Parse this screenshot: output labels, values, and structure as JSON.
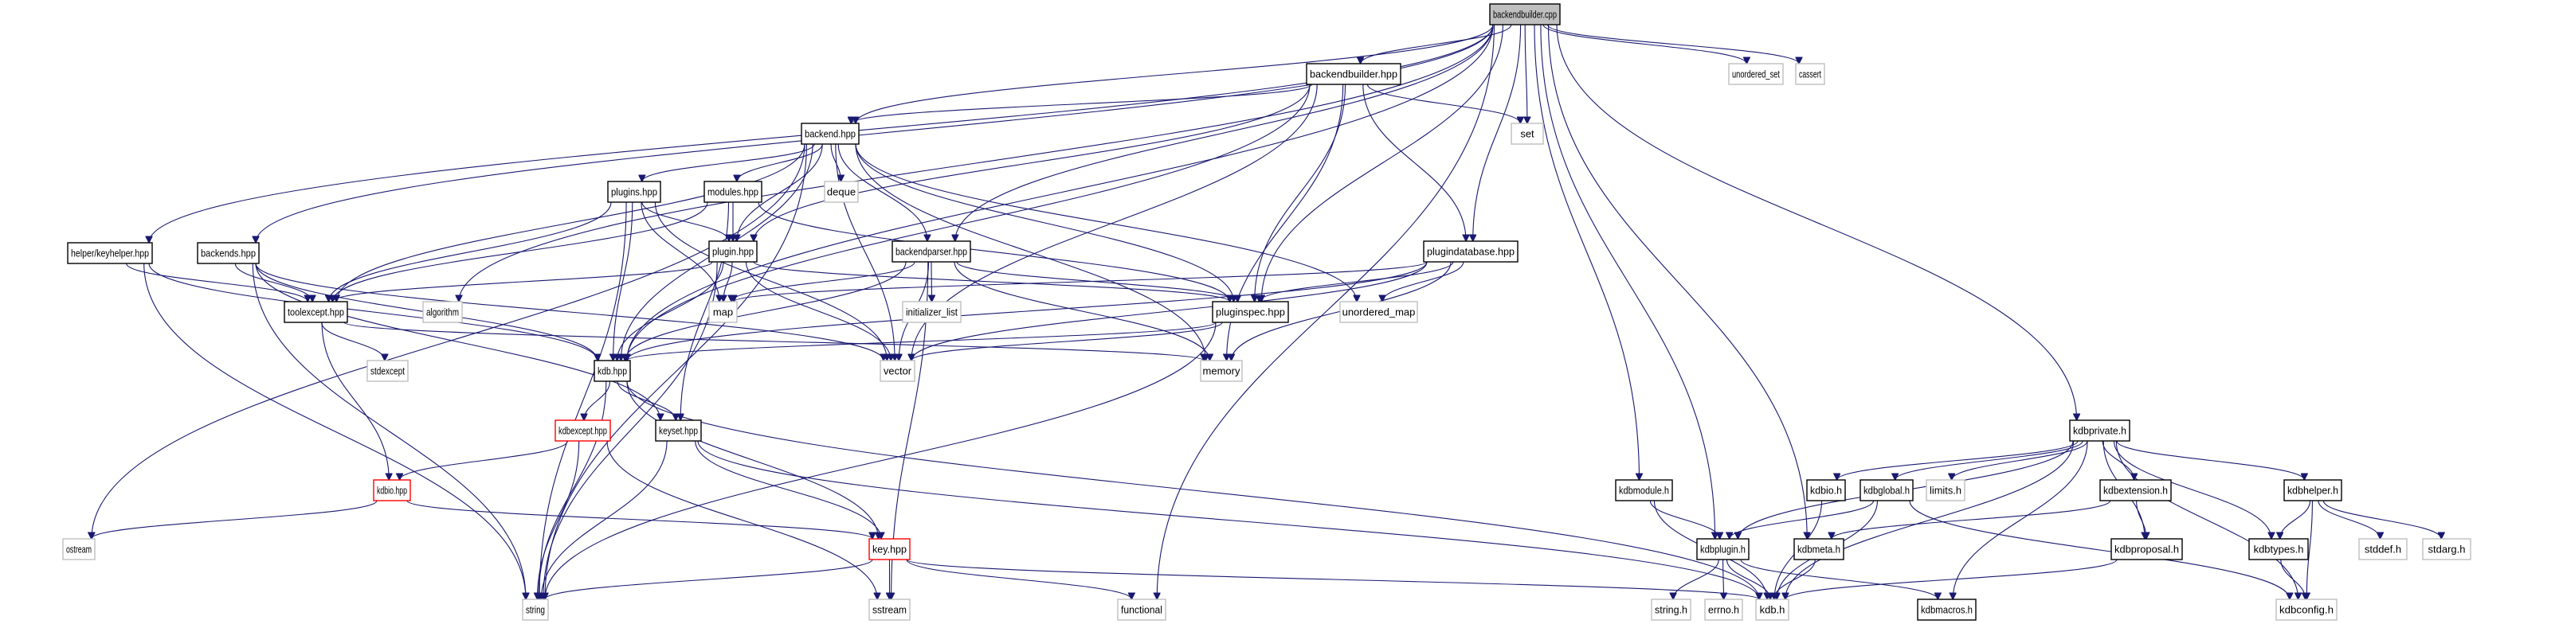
{
  "title": "Include dependency graph for backendbuilder.cpp",
  "colors": {
    "edge": "#191970",
    "root_fill": "#bfbfbf",
    "node_border": "#000000",
    "external_border": "#bfbfbf",
    "truncated_border": "#ff0000"
  },
  "nodes": [
    {
      "id": "backendbuilder_cpp",
      "label": "backendbuilder.cpp",
      "kind": "root"
    },
    {
      "id": "backendbuilder_hpp",
      "label": "backendbuilder.hpp",
      "kind": "internal"
    },
    {
      "id": "set",
      "label": "set",
      "kind": "external"
    },
    {
      "id": "unordered_set",
      "label": "unordered_set",
      "kind": "external"
    },
    {
      "id": "cassert",
      "label": "cassert",
      "kind": "external"
    },
    {
      "id": "backend_hpp",
      "label": "backend.hpp",
      "kind": "internal"
    },
    {
      "id": "deque",
      "label": "deque",
      "kind": "external"
    },
    {
      "id": "plugins_hpp",
      "label": "plugins.hpp",
      "kind": "internal"
    },
    {
      "id": "modules_hpp",
      "label": "modules.hpp",
      "kind": "internal"
    },
    {
      "id": "plugin_hpp",
      "label": "plugin.hpp",
      "kind": "internal"
    },
    {
      "id": "backendparser_hpp",
      "label": "backendparser.hpp",
      "kind": "internal"
    },
    {
      "id": "plugindatabase_hpp",
      "label": "plugindatabase.hpp",
      "kind": "internal"
    },
    {
      "id": "keyhelper_hpp",
      "label": "helper/keyhelper.hpp",
      "kind": "internal"
    },
    {
      "id": "backends_hpp",
      "label": "backends.hpp",
      "kind": "internal"
    },
    {
      "id": "toolexcept_hpp",
      "label": "toolexcept.hpp",
      "kind": "internal"
    },
    {
      "id": "algorithm",
      "label": "algorithm",
      "kind": "external"
    },
    {
      "id": "map",
      "label": "map",
      "kind": "external"
    },
    {
      "id": "initializer_list",
      "label": "initializer_list",
      "kind": "external"
    },
    {
      "id": "pluginspec_hpp",
      "label": "pluginspec.hpp",
      "kind": "internal"
    },
    {
      "id": "unordered_map",
      "label": "unordered_map",
      "kind": "external"
    },
    {
      "id": "stdexcept",
      "label": "stdexcept",
      "kind": "external"
    },
    {
      "id": "kdb_hpp",
      "label": "kdb.hpp",
      "kind": "internal"
    },
    {
      "id": "vector",
      "label": "vector",
      "kind": "external"
    },
    {
      "id": "memory",
      "label": "memory",
      "kind": "external"
    },
    {
      "id": "kdbexcept_hpp",
      "label": "kdbexcept.hpp",
      "kind": "truncated"
    },
    {
      "id": "keyset_hpp",
      "label": "keyset.hpp",
      "kind": "internal"
    },
    {
      "id": "kdbio_hpp",
      "label": "kdbio.hpp",
      "kind": "truncated"
    },
    {
      "id": "ostream",
      "label": "ostream",
      "kind": "external"
    },
    {
      "id": "key_hpp",
      "label": "key.hpp",
      "kind": "truncated"
    },
    {
      "id": "string",
      "label": "string",
      "kind": "external"
    },
    {
      "id": "sstream",
      "label": "sstream",
      "kind": "external"
    },
    {
      "id": "functional",
      "label": "functional",
      "kind": "external"
    },
    {
      "id": "kdbprivate_h",
      "label": "kdbprivate.h",
      "kind": "internal"
    },
    {
      "id": "kdbmodule_h",
      "label": "kdbmodule.h",
      "kind": "internal"
    },
    {
      "id": "kdbio_h",
      "label": "kdbio.h",
      "kind": "internal"
    },
    {
      "id": "kdbglobal_h",
      "label": "kdbglobal.h",
      "kind": "internal"
    },
    {
      "id": "limits_h",
      "label": "limits.h",
      "kind": "external"
    },
    {
      "id": "kdbextension_h",
      "label": "kdbextension.h",
      "kind": "internal"
    },
    {
      "id": "kdbhelper_h",
      "label": "kdbhelper.h",
      "kind": "internal"
    },
    {
      "id": "kdbplugin_h",
      "label": "kdbplugin.h",
      "kind": "internal"
    },
    {
      "id": "kdbmeta_h",
      "label": "kdbmeta.h",
      "kind": "internal"
    },
    {
      "id": "kdbproposal_h",
      "label": "kdbproposal.h",
      "kind": "internal"
    },
    {
      "id": "kdbtypes_h",
      "label": "kdbtypes.h",
      "kind": "internal"
    },
    {
      "id": "stddef_h",
      "label": "stddef.h",
      "kind": "external"
    },
    {
      "id": "stdarg_h",
      "label": "stdarg.h",
      "kind": "external"
    },
    {
      "id": "string_h",
      "label": "string.h",
      "kind": "external"
    },
    {
      "id": "errno_h",
      "label": "errno.h",
      "kind": "external"
    },
    {
      "id": "kdb_h",
      "label": "kdb.h",
      "kind": "external"
    },
    {
      "id": "kdbmacros_h",
      "label": "kdbmacros.h",
      "kind": "internal"
    },
    {
      "id": "kdbconfig_h",
      "label": "kdbconfig.h",
      "kind": "external"
    }
  ],
  "edges": [
    [
      "backendbuilder_cpp",
      "backendbuilder_hpp"
    ],
    [
      "backendbuilder_cpp",
      "backend_hpp"
    ],
    [
      "backendbuilder_cpp",
      "keyhelper_hpp"
    ],
    [
      "backendbuilder_cpp",
      "backends_hpp"
    ],
    [
      "backendbuilder_cpp",
      "algorithm"
    ],
    [
      "backendbuilder_cpp",
      "kdb_hpp"
    ],
    [
      "backendbuilder_cpp",
      "backendparser_hpp"
    ],
    [
      "backendbuilder_cpp",
      "pluginspec_hpp"
    ],
    [
      "backendbuilder_cpp",
      "set"
    ],
    [
      "backendbuilder_cpp",
      "plugindatabase_hpp"
    ],
    [
      "backendbuilder_cpp",
      "functional"
    ],
    [
      "backendbuilder_cpp",
      "kdbmodule_h"
    ],
    [
      "backendbuilder_cpp",
      "kdbplugin_h"
    ],
    [
      "backendbuilder_cpp",
      "kdbmeta_h"
    ],
    [
      "backendbuilder_cpp",
      "kdbprivate_h"
    ],
    [
      "backendbuilder_cpp",
      "unordered_set"
    ],
    [
      "backendbuilder_cpp",
      "cassert"
    ],
    [
      "backendbuilder_hpp",
      "backend_hpp"
    ],
    [
      "backendbuilder_hpp",
      "plugin_hpp"
    ],
    [
      "backendbuilder_hpp",
      "kdb_hpp"
    ],
    [
      "backendbuilder_hpp",
      "pluginspec_hpp"
    ],
    [
      "backendbuilder_hpp",
      "plugindatabase_hpp"
    ],
    [
      "backendbuilder_hpp",
      "vector"
    ],
    [
      "backendbuilder_hpp",
      "memory"
    ],
    [
      "backendbuilder_hpp",
      "set"
    ],
    [
      "backend_hpp",
      "toolexcept_hpp"
    ],
    [
      "backend_hpp",
      "plugins_hpp"
    ],
    [
      "backend_hpp",
      "modules_hpp"
    ],
    [
      "backend_hpp",
      "plugin_hpp"
    ],
    [
      "backend_hpp",
      "deque"
    ],
    [
      "backend_hpp",
      "backendparser_hpp"
    ],
    [
      "backend_hpp",
      "pluginspec_hpp"
    ],
    [
      "backend_hpp",
      "kdb_hpp"
    ],
    [
      "backend_hpp",
      "string"
    ],
    [
      "backend_hpp",
      "ostream"
    ],
    [
      "backend_hpp",
      "vector"
    ],
    [
      "backend_hpp",
      "memory"
    ],
    [
      "backend_hpp",
      "unordered_map"
    ],
    [
      "plugins_hpp",
      "toolexcept_hpp"
    ],
    [
      "plugins_hpp",
      "plugin_hpp"
    ],
    [
      "plugins_hpp",
      "map"
    ],
    [
      "plugins_hpp",
      "kdb_hpp"
    ],
    [
      "plugins_hpp",
      "string"
    ],
    [
      "plugins_hpp",
      "vector"
    ],
    [
      "modules_hpp",
      "plugin_hpp"
    ],
    [
      "modules_hpp",
      "toolexcept_hpp"
    ],
    [
      "modules_hpp",
      "keyset_hpp"
    ],
    [
      "modules_hpp",
      "pluginspec_hpp"
    ],
    [
      "plugin_hpp",
      "toolexcept_hpp"
    ],
    [
      "plugin_hpp",
      "map"
    ],
    [
      "plugin_hpp",
      "kdb_hpp"
    ],
    [
      "plugin_hpp",
      "vector"
    ],
    [
      "plugin_hpp",
      "string"
    ],
    [
      "plugin_hpp",
      "pluginspec_hpp"
    ],
    [
      "backendparser_hpp",
      "initializer_list"
    ],
    [
      "backendparser_hpp",
      "kdb_hpp"
    ],
    [
      "backendparser_hpp",
      "pluginspec_hpp"
    ],
    [
      "backendparser_hpp",
      "vector"
    ],
    [
      "backendparser_hpp",
      "map"
    ],
    [
      "backendparser_hpp",
      "sstream"
    ],
    [
      "backendparser_hpp",
      "memory"
    ],
    [
      "plugindatabase_hpp",
      "pluginspec_hpp"
    ],
    [
      "plugindatabase_hpp",
      "unordered_map"
    ],
    [
      "plugindatabase_hpp",
      "kdb_hpp"
    ],
    [
      "plugindatabase_hpp",
      "memory"
    ],
    [
      "plugindatabase_hpp",
      "map"
    ],
    [
      "plugindatabase_hpp",
      "vector"
    ],
    [
      "keyhelper_hpp",
      "toolexcept_hpp"
    ],
    [
      "keyhelper_hpp",
      "kdb_hpp"
    ],
    [
      "keyhelper_hpp",
      "string"
    ],
    [
      "backends_hpp",
      "toolexcept_hpp"
    ],
    [
      "backends_hpp",
      "kdb_hpp"
    ],
    [
      "backends_hpp",
      "string"
    ],
    [
      "backends_hpp",
      "vector"
    ],
    [
      "backends_hpp",
      "keyset_hpp"
    ],
    [
      "toolexcept_hpp",
      "stdexcept"
    ],
    [
      "toolexcept_hpp",
      "kdbio_hpp"
    ],
    [
      "toolexcept_hpp",
      "memory"
    ],
    [
      "pluginspec_hpp",
      "kdb_hpp"
    ],
    [
      "pluginspec_hpp",
      "string"
    ],
    [
      "pluginspec_hpp",
      "vector"
    ],
    [
      "kdb_hpp",
      "kdbexcept_hpp"
    ],
    [
      "kdb_hpp",
      "keyset_hpp"
    ],
    [
      "kdb_hpp",
      "key_hpp"
    ],
    [
      "kdb_hpp",
      "string"
    ],
    [
      "kdb_hpp",
      "kdb_h"
    ],
    [
      "kdbexcept_hpp",
      "kdbio_hpp"
    ],
    [
      "kdbexcept_hpp",
      "string"
    ],
    [
      "kdbexcept_hpp",
      "sstream"
    ],
    [
      "keyset_hpp",
      "key_hpp"
    ],
    [
      "keyset_hpp",
      "string"
    ],
    [
      "keyset_hpp",
      "kdb_h"
    ],
    [
      "kdbio_hpp",
      "ostream"
    ],
    [
      "kdbio_hpp",
      "key_hpp"
    ],
    [
      "key_hpp",
      "string"
    ],
    [
      "key_hpp",
      "sstream"
    ],
    [
      "key_hpp",
      "functional"
    ],
    [
      "key_hpp",
      "kdb_h"
    ],
    [
      "kdbprivate_h",
      "kdbio_h"
    ],
    [
      "kdbprivate_h",
      "kdbglobal_h"
    ],
    [
      "kdbprivate_h",
      "limits_h"
    ],
    [
      "kdbprivate_h",
      "kdbextension_h"
    ],
    [
      "kdbprivate_h",
      "kdbhelper_h"
    ],
    [
      "kdbprivate_h",
      "kdbplugin_h"
    ],
    [
      "kdbprivate_h",
      "kdb_h"
    ],
    [
      "kdbprivate_h",
      "kdbproposal_h"
    ],
    [
      "kdbprivate_h",
      "kdbtypes_h"
    ],
    [
      "kdbprivate_h",
      "kdbmacros_h"
    ],
    [
      "kdbprivate_h",
      "kdbconfig_h"
    ],
    [
      "kdbmodule_h",
      "kdbplugin_h"
    ],
    [
      "kdbmodule_h",
      "kdb_h"
    ],
    [
      "kdbio_h",
      "kdb_h"
    ],
    [
      "kdbglobal_h",
      "kdbplugin_h"
    ],
    [
      "kdbglobal_h",
      "kdb_h"
    ],
    [
      "kdbglobal_h",
      "kdbconfig_h"
    ],
    [
      "kdbextension_h",
      "kdbmeta_h"
    ],
    [
      "kdbextension_h",
      "kdbproposal_h"
    ],
    [
      "kdbhelper_h",
      "kdbtypes_h"
    ],
    [
      "kdbhelper_h",
      "stddef_h"
    ],
    [
      "kdbhelper_h",
      "stdarg_h"
    ],
    [
      "kdbhelper_h",
      "kdbconfig_h"
    ],
    [
      "kdbplugin_h",
      "string_h"
    ],
    [
      "kdbplugin_h",
      "errno_h"
    ],
    [
      "kdbplugin_h",
      "kdb_h"
    ],
    [
      "kdbplugin_h",
      "kdbmacros_h"
    ],
    [
      "kdbmeta_h",
      "kdb_h"
    ],
    [
      "kdbproposal_h",
      "kdb_h"
    ],
    [
      "kdbtypes_h",
      "kdbconfig_h"
    ]
  ]
}
